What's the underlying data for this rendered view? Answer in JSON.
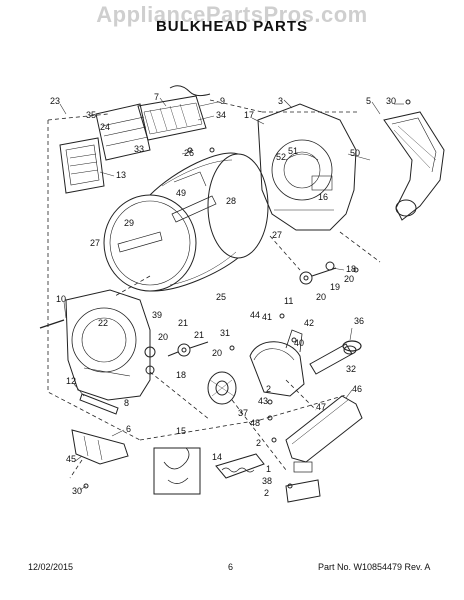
{
  "watermark": "AppliancePartsPros.com",
  "title": "BULKHEAD PARTS",
  "footer": {
    "date": "12/02/2015",
    "page": "6",
    "part_rev": "Part No. W10854479 Rev. A"
  },
  "callouts": {
    "c23": "23",
    "c7": "7",
    "c9": "9",
    "c3": "3",
    "c5": "5",
    "c30a": "30",
    "c35": "35",
    "c24": "24",
    "c34": "34",
    "c17": "17",
    "c33": "33",
    "c26": "26",
    "c52": "52",
    "c51": "51",
    "c50": "50",
    "c13": "13",
    "c49": "49",
    "c16": "16",
    "c28": "28",
    "c29": "29",
    "c27a": "27",
    "c27b": "27",
    "c18": "18",
    "c20a": "20",
    "c19": "19",
    "c20b": "20",
    "c25": "25",
    "c10": "10",
    "c39": "39",
    "c11": "11",
    "c21a": "21",
    "c22": "22",
    "c44": "44",
    "c41": "41",
    "c42": "42",
    "c36": "36",
    "c31": "31",
    "c20c": "20",
    "c21b": "21",
    "c20d": "20",
    "c40": "40",
    "c18b": "18",
    "c32": "32",
    "c12": "12",
    "c2a": "2",
    "c43": "43",
    "c46": "46",
    "c8": "8",
    "c37": "37",
    "c47": "47",
    "c48": "48",
    "c6": "6",
    "c15": "15",
    "c2b": "2",
    "c14": "14",
    "c45": "45",
    "c1": "1",
    "c38": "38",
    "c30b": "30",
    "c2c": "2"
  }
}
